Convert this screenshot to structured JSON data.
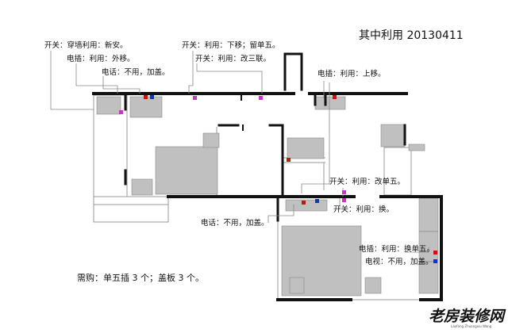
{
  "title": "其中利用 20130411",
  "labels": {
    "switch_wall": "开关：穿墙利用：新安。",
    "outlet_move_out": "电插：利用：外移。",
    "phone_cover_top": "电话：不用，加盖。",
    "switch_down": "开关：利用：下移；留单五。",
    "switch_three": "开关：利用：改三联。",
    "outlet_up": "电插：利用：上移。",
    "switch_single_five": "开关：利用：改单五。",
    "switch_replace": "开关：利用：换。",
    "phone_cover_mid": "电话：不用，加盖。",
    "outlet_single_five": "电插：利用：换单五。",
    "tv_cover": "电视：不用，加盖。"
  },
  "note": "需购：单五插 3 个；盖板 3 个。",
  "watermark": {
    "text": "老房装修网",
    "subtext": "Laofang Zhuangxiu Wang"
  },
  "colors": {
    "wall": "#111111",
    "furniture": "#c0c0c0",
    "leader_line": "#888888",
    "switch_marker": "#cc33cc",
    "outlet_marker": "#cc1111",
    "phone_tv_marker": "#1133cc"
  }
}
